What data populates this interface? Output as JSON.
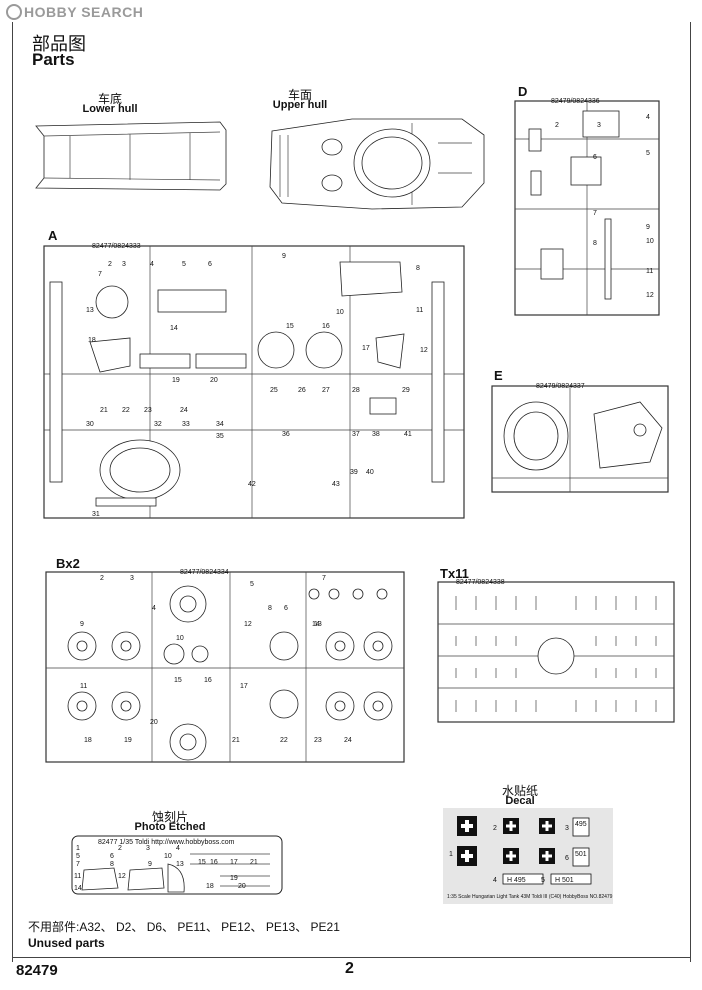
{
  "watermark": "HOBBY SEARCH",
  "header": {
    "title_zh": "部品图",
    "title_en": "Parts"
  },
  "hull": {
    "lower": {
      "zh": "车底",
      "en": "Lower hull"
    },
    "upper": {
      "zh": "车面",
      "en": "Upper hull"
    }
  },
  "sprues": {
    "A": {
      "label": "A",
      "code": "82477/0824333",
      "numbers": [
        "2",
        "3",
        "4",
        "5",
        "6",
        "7",
        "8",
        "9",
        "10",
        "11",
        "12",
        "13",
        "14",
        "15",
        "16",
        "17",
        "18",
        "19",
        "20",
        "21",
        "22",
        "23",
        "24",
        "25",
        "26",
        "27",
        "28",
        "29",
        "30",
        "31",
        "32",
        "33",
        "34",
        "35",
        "36",
        "37",
        "38",
        "39",
        "40",
        "41",
        "42",
        "43"
      ]
    },
    "D": {
      "label": "D",
      "code": "82479/0824336",
      "numbers": [
        "2",
        "3",
        "4",
        "5",
        "6",
        "7",
        "8",
        "9",
        "10",
        "11",
        "12"
      ]
    },
    "E": {
      "label": "E",
      "code": "82479/0824337"
    },
    "B": {
      "label": "Bx2",
      "code": "82477/0824334",
      "numbers": [
        "2",
        "3",
        "4",
        "5",
        "6",
        "7",
        "8",
        "9",
        "10",
        "11",
        "12",
        "13",
        "14",
        "15",
        "16",
        "17",
        "18",
        "19",
        "20",
        "21",
        "22",
        "23",
        "24"
      ]
    },
    "T": {
      "label": "Tx11",
      "code": "82477/0824338"
    }
  },
  "photo_etched": {
    "zh": "蚀刻片",
    "en": "Photo Etched",
    "header": "82477  1/35  Toldi   http://www.hobbyboss.com",
    "numbers": [
      "1",
      "2",
      "3",
      "4",
      "5",
      "6",
      "7",
      "8",
      "9",
      "10",
      "11",
      "12",
      "13",
      "14",
      "15",
      "16",
      "17",
      "18",
      "19",
      "20",
      "21"
    ]
  },
  "decal": {
    "zh": "水贴纸",
    "en": "Decal",
    "plates": [
      "495",
      "501",
      "H 495",
      "H 501"
    ],
    "numbers": [
      "1",
      "2",
      "3",
      "4",
      "5",
      "6"
    ],
    "footer": "1:35 Scale  Hungarian Light Tank 43M Toldi III (C40)   HobbyBoss NO.82479"
  },
  "unused": {
    "zh": "不用部件:A32、 D2、 D6、 PE11、 PE12、 PE13、 PE21",
    "en": "Unused parts"
  },
  "footer": {
    "code": "82479",
    "page": "2"
  }
}
